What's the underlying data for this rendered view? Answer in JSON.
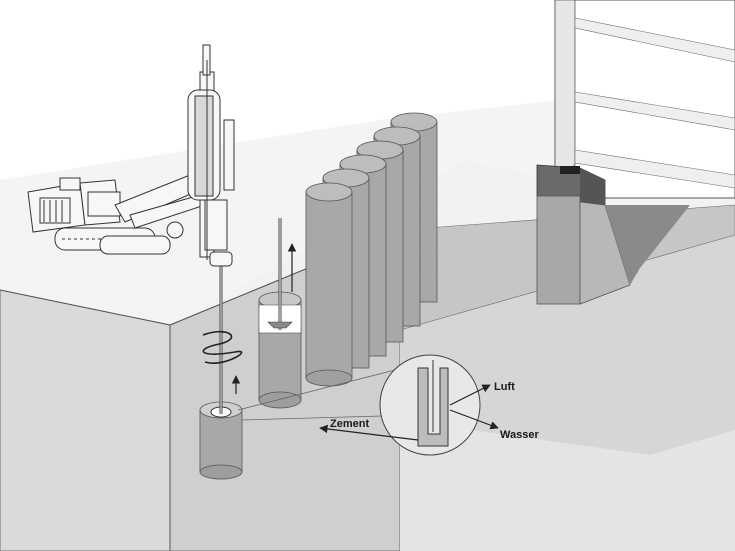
{
  "labels": {
    "air": "Luft",
    "water": "Wasser",
    "cement": "Zement"
  },
  "colors": {
    "ground_top": "#f1f1f1",
    "ground_front": "#dcdcdc",
    "ground_side": "#c9c9c9",
    "column": "#a9a9a9",
    "column_dark": "#8e8e8e",
    "machine_stroke": "#333333",
    "line": "#222222"
  }
}
